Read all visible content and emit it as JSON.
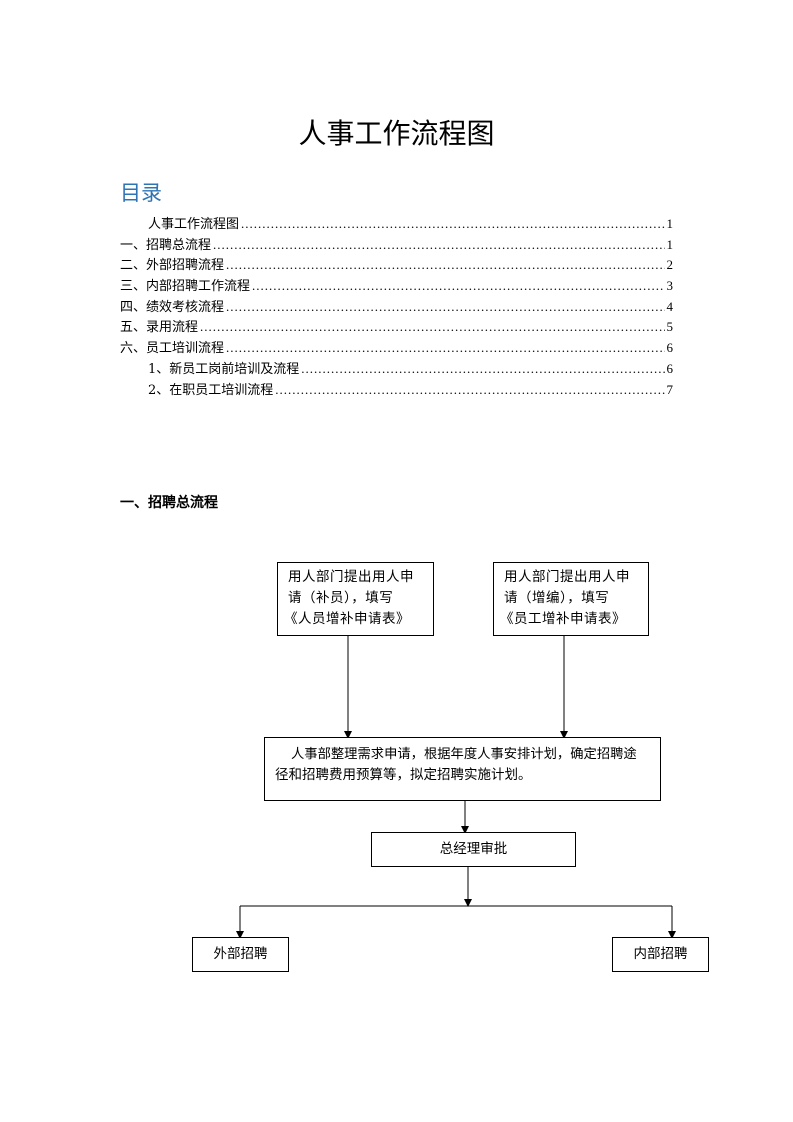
{
  "document": {
    "title": "人事工作流程图",
    "toc_heading": "目录",
    "toc": [
      {
        "label": "人事工作流程图",
        "page": "1",
        "indent": true
      },
      {
        "label": "一、招聘总流程",
        "page": "1",
        "indent": false
      },
      {
        "label": "二、外部招聘流程",
        "page": "2",
        "indent": false
      },
      {
        "label": "三、内部招聘工作流程",
        "page": "3",
        "indent": false
      },
      {
        "label": "四、绩效考核流程",
        "page": "4",
        "indent": false
      },
      {
        "label": "五、录用流程",
        "page": "5",
        "indent": false
      },
      {
        "label": "六、员工培训流程",
        "page": "6",
        "indent": false
      },
      {
        "label": "1、新员工岗前培训及流程",
        "page": "6",
        "indent": true
      },
      {
        "label": "2、在职员工培训流程",
        "page": "7",
        "indent": true
      }
    ],
    "section_heading": "一、招聘总流程"
  },
  "flowchart": {
    "left_request": [
      "用人部门提出用人申",
      "请（补员），填写",
      "《人员增补申请表》"
    ],
    "right_request": [
      "用人部门提出用人申",
      "请（增编），填写",
      "《员工增补申请表》"
    ],
    "hr_plan": [
      "人事部整理需求申请，根据年度人事安排计划，确定招聘途",
      "径和招聘费用预算等，拟定招聘实施计划。"
    ],
    "gm_approval": "总经理审批",
    "external": "外部招聘",
    "internal": "内部招聘"
  }
}
